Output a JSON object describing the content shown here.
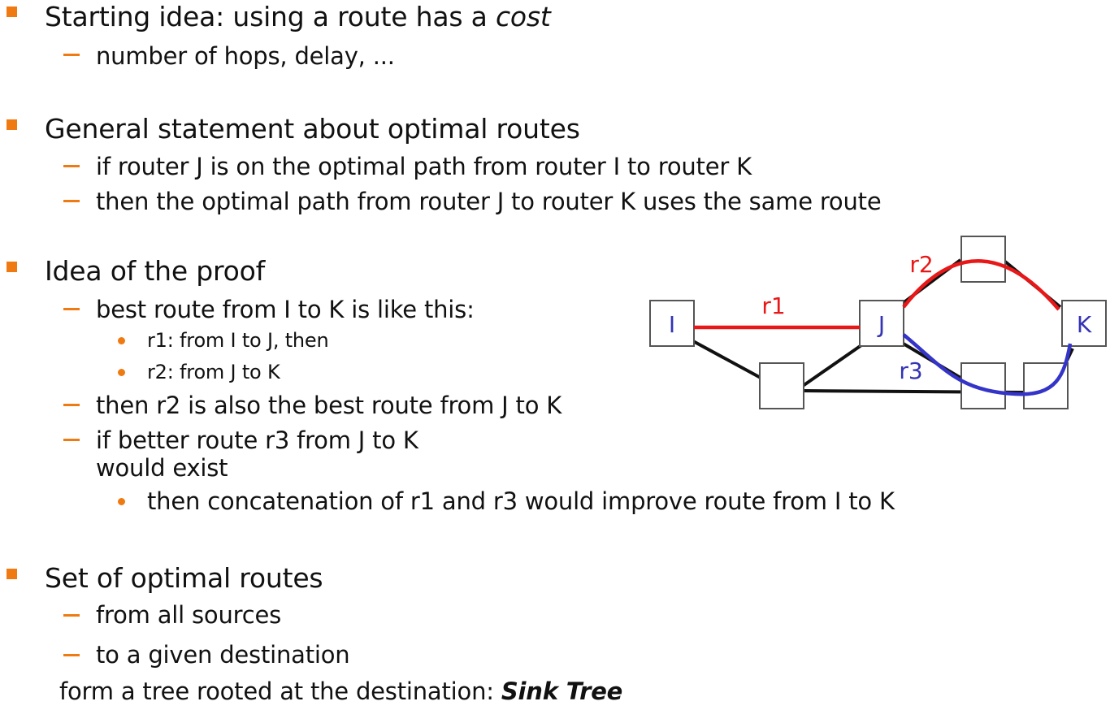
{
  "section1": {
    "heading_prefix": "Starting idea: using a route has a ",
    "heading_emphasis": "cost",
    "items": [
      "number of hops, delay, ..."
    ]
  },
  "section2": {
    "heading": "General statement about optimal routes",
    "items": [
      "if router J is on the optimal path from router I to router K",
      "then the optimal path from router J to router K uses the same route"
    ]
  },
  "section3": {
    "heading": "Idea of the proof",
    "item1": "best route from I to K is like this:",
    "sub1": [
      "r1: from I to J, then",
      "r2: from J to K"
    ],
    "item2": "then r2 is also the best route from J to K",
    "item3_line1": "if better route r3 from J to K",
    "item3_line2": "would exist",
    "sub3": [
      "then concatenation of r1 and r3 would improve route from I to K"
    ]
  },
  "section4": {
    "heading": "Set of optimal routes",
    "items": [
      "from all sources",
      "to a given destination"
    ],
    "conclusion_prefix": "form a tree rooted at the destination: ",
    "conclusion_emphasis": "Sink Tree"
  },
  "diagram": {
    "nodes": [
      "I",
      "J",
      "K"
    ],
    "routes": [
      "r1",
      "r2",
      "r3"
    ],
    "colors": {
      "r1": "#e81818",
      "r2": "#e81818",
      "r3": "#3434c8",
      "node_label": "#3434b4",
      "bullet": "#f07a12"
    }
  }
}
